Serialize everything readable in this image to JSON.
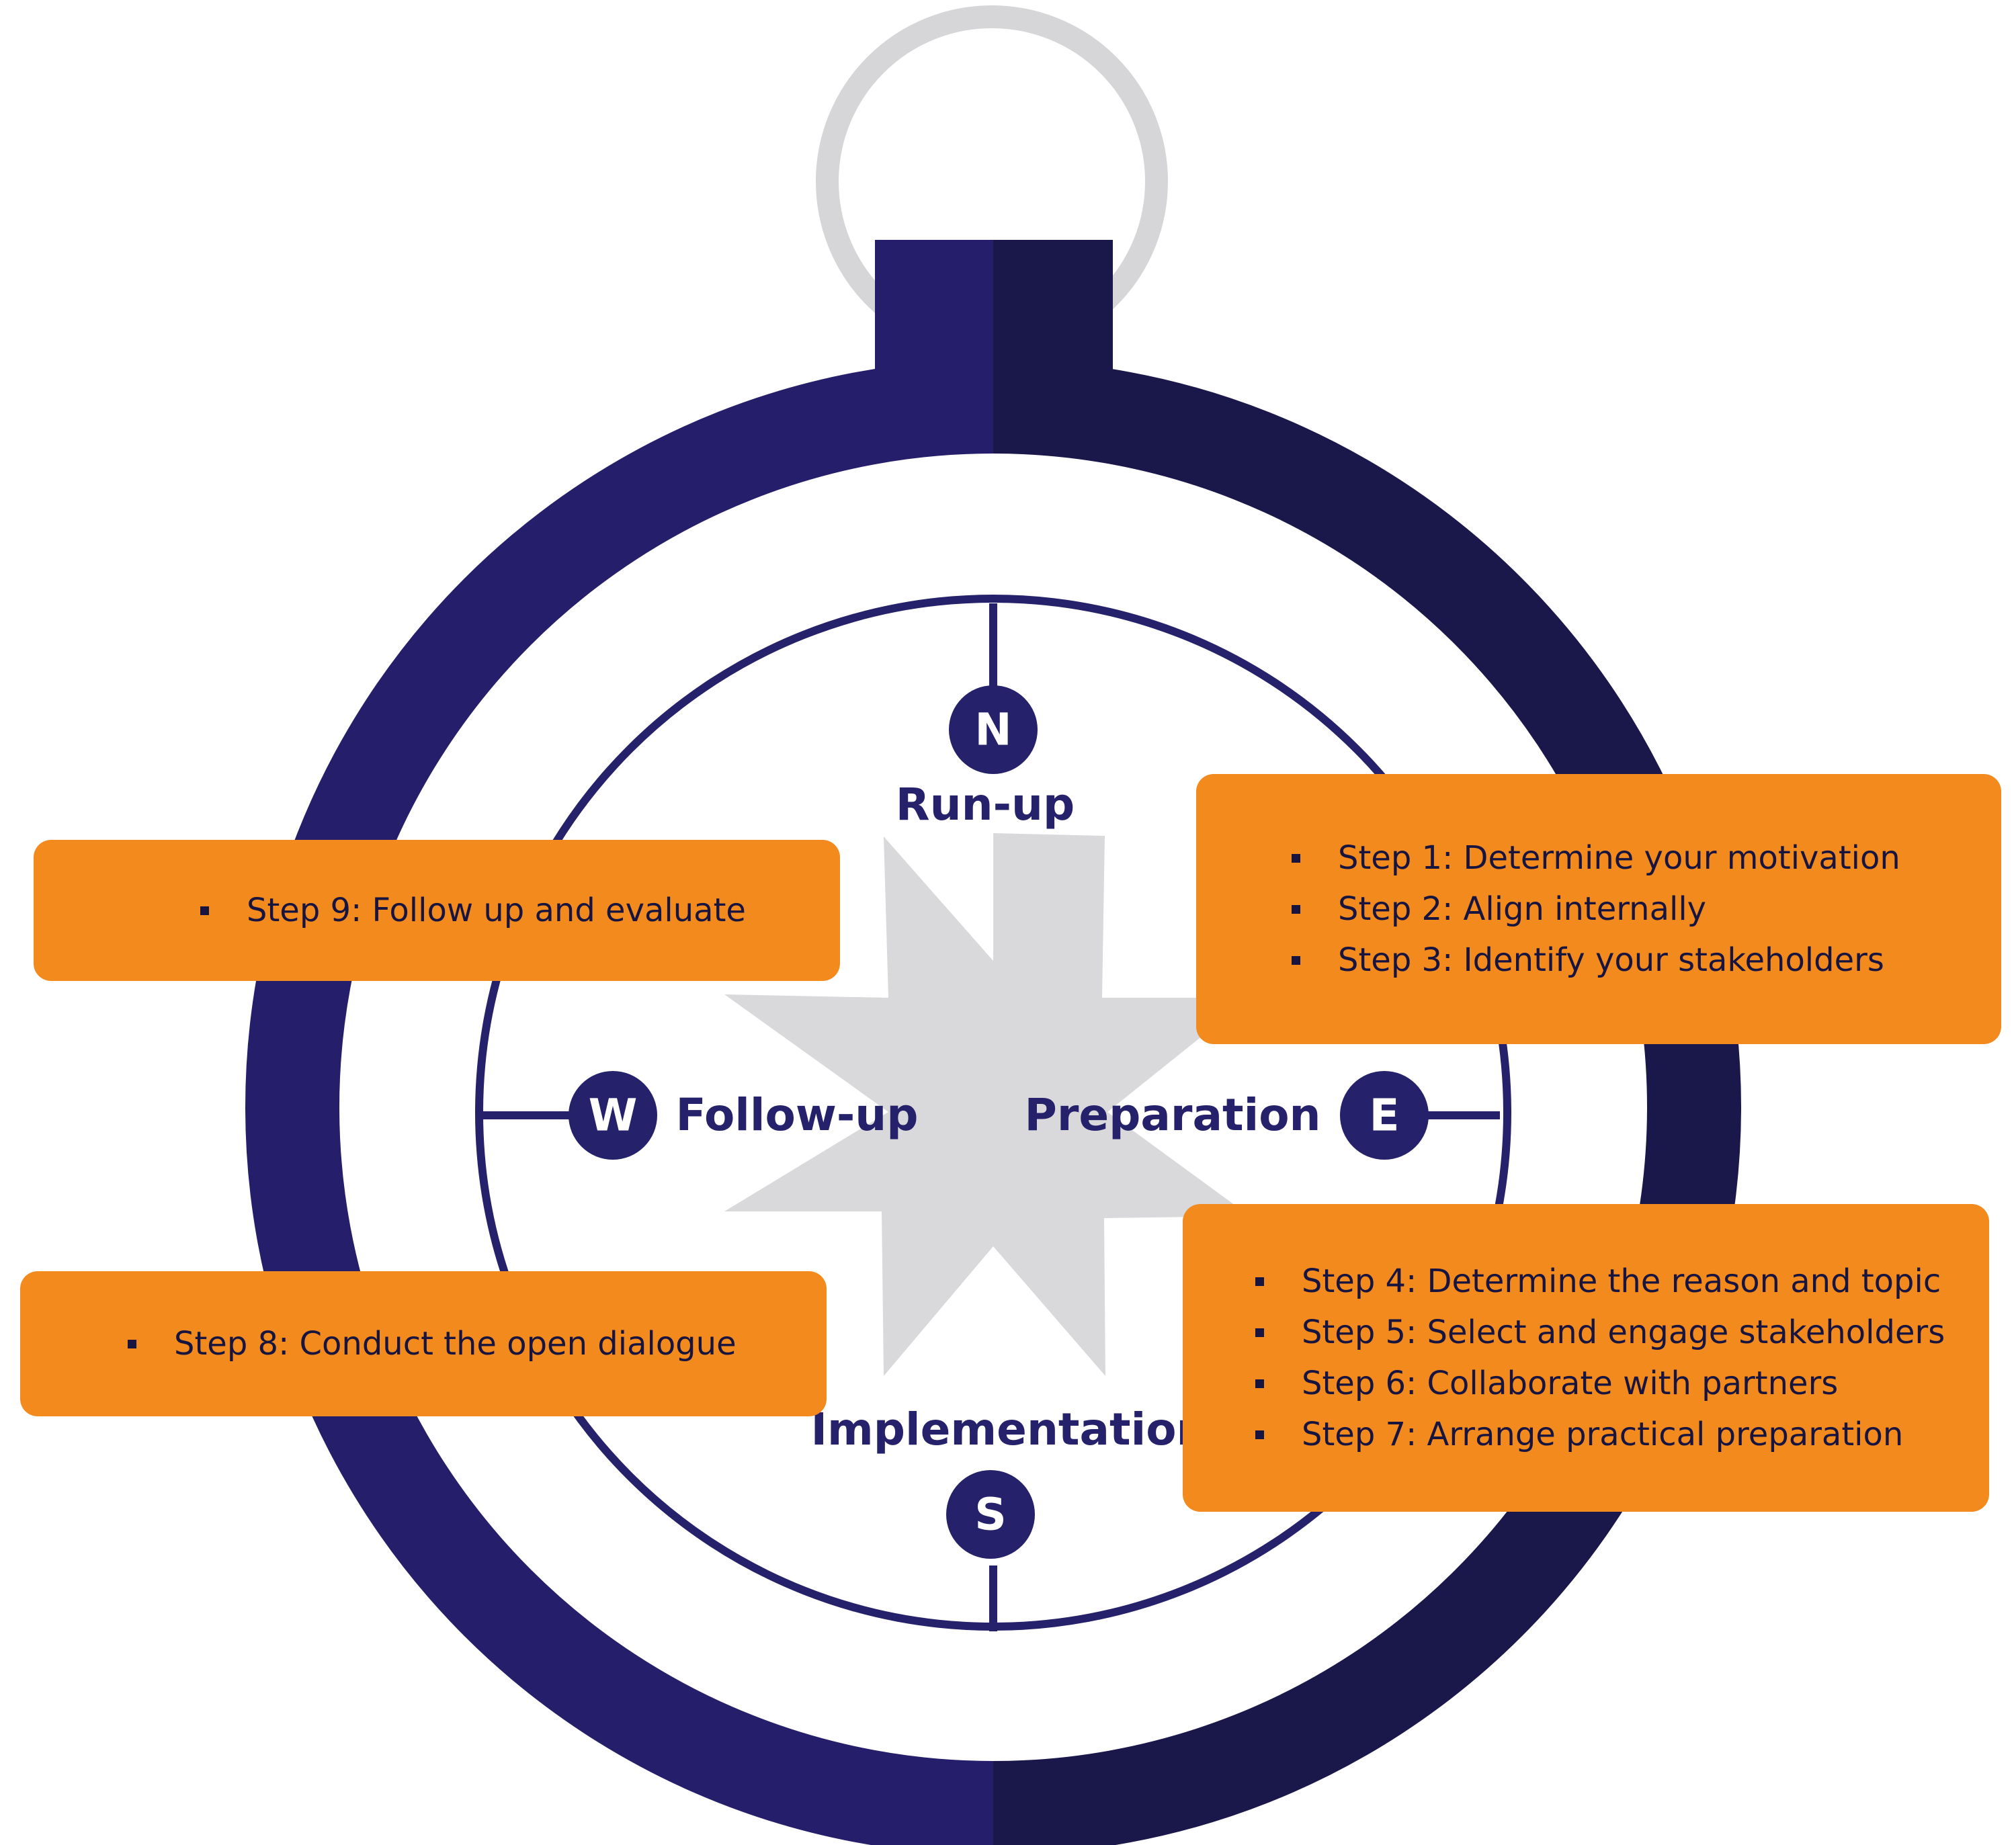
{
  "compass": {
    "directions": {
      "north": "N",
      "east": "E",
      "south": "S",
      "west": "W"
    },
    "phases": {
      "north": "Run-up",
      "east": "Preparation",
      "south": "Implementation",
      "west": "Follow-up"
    },
    "colors": {
      "ring_left": "#251f6b",
      "ring_right": "#1a174b",
      "hanger_ring": "#d6d6d8",
      "star": "#d9d9db",
      "box": "#f28a1e",
      "text_dark": "#17153f"
    }
  },
  "step_groups": {
    "run_up": [
      "Step 1: Determine your motivation",
      "Step 2: Align internally",
      "Step 3: Identify your stakeholders"
    ],
    "preparation": [
      "Step 4: Determine the reason and topic",
      "Step 5: Select and engage stakeholders",
      "Step 6: Collaborate with partners",
      "Step 7: Arrange practical preparation"
    ],
    "implementation": [
      "Step 8: Conduct the open dialogue"
    ],
    "follow_up": [
      "Step 9: Follow up and evaluate"
    ]
  }
}
